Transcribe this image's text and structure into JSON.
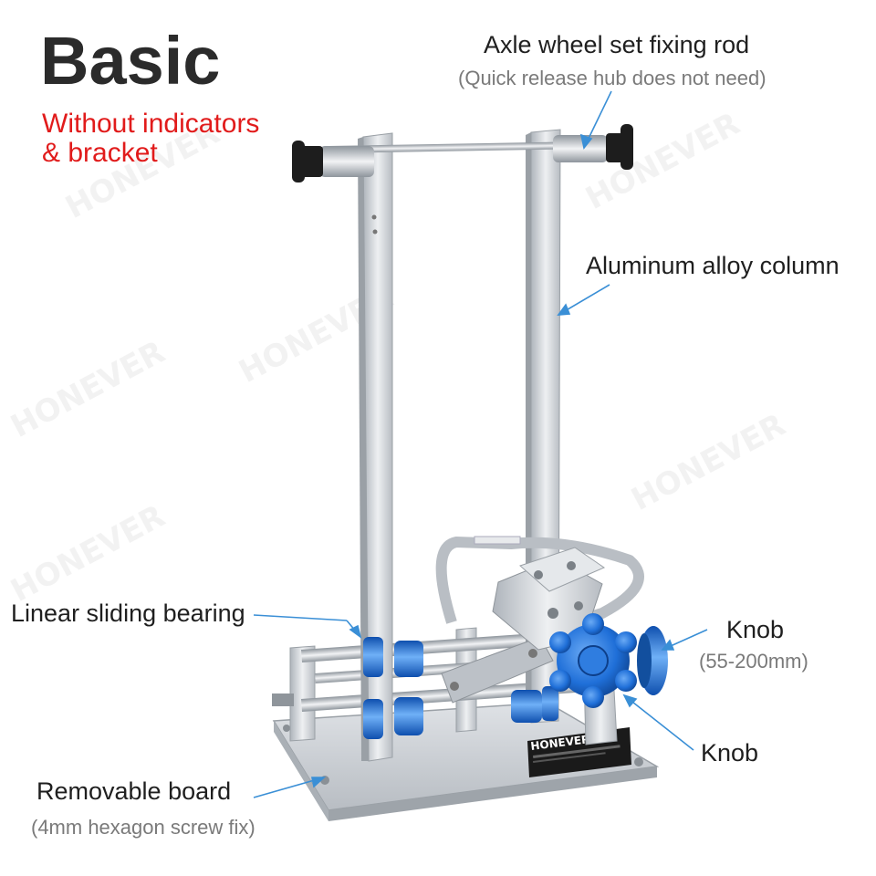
{
  "heading": {
    "title": "Basic",
    "subtitle_line1": "Without indicators",
    "subtitle_line2": "& bracket"
  },
  "callouts": {
    "axle_rod": {
      "label": "Axle wheel set fixing rod",
      "note": "(Quick release hub does not need)"
    },
    "column": {
      "label": "Aluminum alloy column"
    },
    "bearing": {
      "label": "Linear sliding bearing"
    },
    "knob_upper": {
      "label": "Knob",
      "note": "(55-200mm)"
    },
    "knob_lower": {
      "label": "Knob"
    },
    "board": {
      "label": "Removable board",
      "note": "(4mm hexagon screw fix)"
    }
  },
  "product": {
    "brand_plate": "HONEVER"
  },
  "colors": {
    "title": "#2b2b2b",
    "subtitle": "#e11b1b",
    "callout_line": "#3a8fd6",
    "aluminum": "#c9ced4",
    "knob_blue": "#1f6fd8"
  },
  "icons": {
    "arrow": "arrow-icon"
  }
}
